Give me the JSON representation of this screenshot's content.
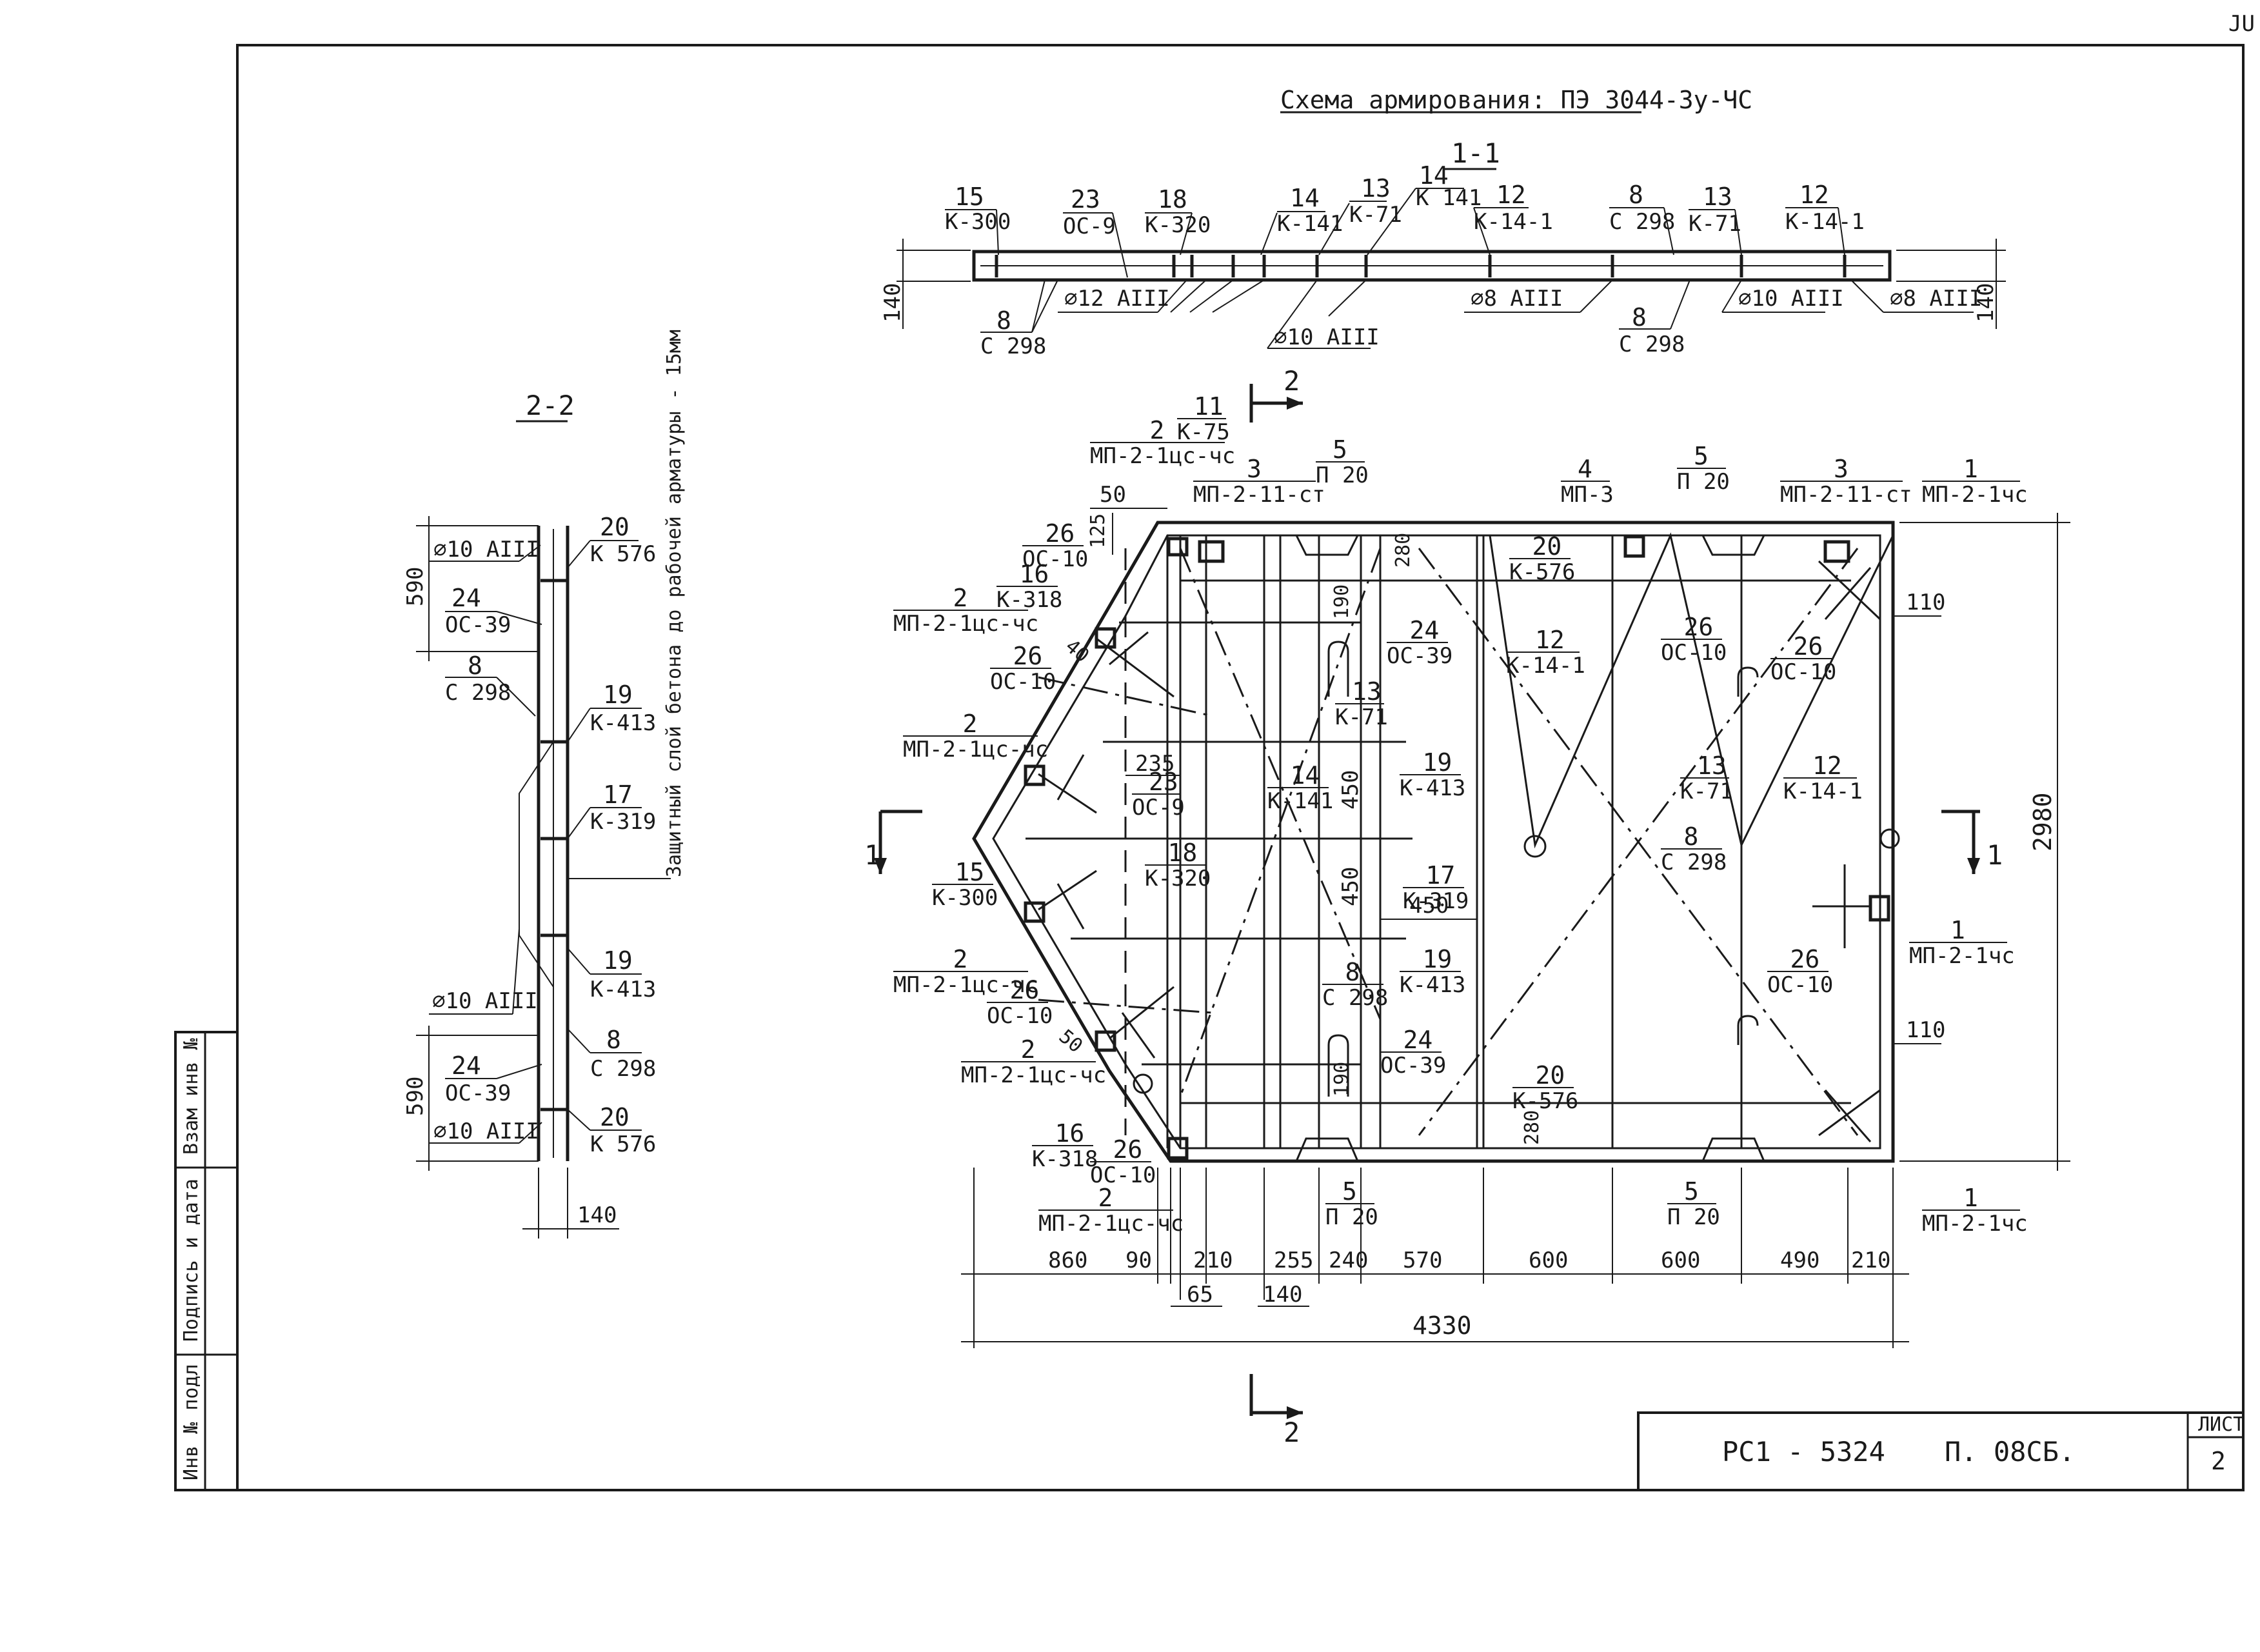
{
  "title": "Схема армирования: ПЭ 3044-3у-ЧС",
  "corner_mark": "ЈU",
  "section_1_1": {
    "name": "1-1",
    "callouts": [
      {
        "num": "15",
        "ref": "К-300"
      },
      {
        "num": "23",
        "ref": "ОС-9"
      },
      {
        "num": "18",
        "ref": "К-320"
      },
      {
        "num": "14",
        "ref": "К-141"
      },
      {
        "num": "13",
        "ref": "К-71"
      },
      {
        "num": "14",
        "ref": "К 141"
      },
      {
        "num": "12",
        "ref": "К-14-1"
      },
      {
        "num": "8",
        "ref": "С 298"
      },
      {
        "num": "13",
        "ref": "К-71"
      },
      {
        "num": "12",
        "ref": "К-14-1"
      }
    ],
    "bottom": {
      "left_num": "8",
      "left_ref": "С 298",
      "rebar_12": "∅12 АIII",
      "rebar_10": "∅10 АIII",
      "rebar_8a": "∅8 АIII",
      "mid_num": "8",
      "mid_ref": "С 298",
      "rebar_10b": "∅10 АIII",
      "rebar_8b": "∅8 АIII"
    },
    "dim_left": "140",
    "dim_right": "140"
  },
  "section_2_2": {
    "name": "2-2",
    "note": "Защитный слой бетона до рабочей арматуры - 15мм",
    "dims": {
      "top": "590",
      "bottom": "590",
      "width": "140"
    },
    "labels": [
      {
        "text": "∅10 АIII"
      },
      {
        "num": "24",
        "ref": "ОС-39"
      },
      {
        "num": "8",
        "ref": "С 298"
      },
      {
        "text": "∅10 АIII"
      },
      {
        "num": "24",
        "ref": "ОС-39"
      },
      {
        "text": "∅10 АIII"
      }
    ],
    "right_labels": [
      {
        "num": "20",
        "ref": "К 576"
      },
      {
        "num": "19",
        "ref": "К-413"
      },
      {
        "num": "17",
        "ref": "К-319"
      },
      {
        "num": "19",
        "ref": "К-413"
      },
      {
        "num": "8",
        "ref": "С 298"
      },
      {
        "num": "20",
        "ref": "К 576"
      }
    ]
  },
  "plan": {
    "cut_marker": "2",
    "cut_marker_bottom": "2",
    "side_marker_left": "1",
    "side_marker_right": "1",
    "labels": [
      {
        "num": "2",
        "ref": "МП-2-1цс-чс"
      },
      {
        "num": "11",
        "ref": "К-75"
      },
      {
        "num": "3",
        "ref": "МП-2-11-ст"
      },
      {
        "num": "5",
        "ref": "П 20"
      },
      {
        "num": "4",
        "ref": "МП-3"
      },
      {
        "num": "5",
        "ref": "П 20"
      },
      {
        "num": "3",
        "ref": "МП-2-11-ст"
      },
      {
        "num": "1",
        "ref": "МП-2-1чс"
      },
      {
        "num": "26",
        "ref": "ОС-10"
      },
      {
        "num": "16",
        "ref": "К-318"
      },
      {
        "num": "2",
        "ref": "МП-2-1цс-чс"
      },
      {
        "num": "26",
        "ref": "ОС-10"
      },
      {
        "num": "2",
        "ref": "МП-2-1цс-чс"
      },
      {
        "num": "23",
        "ref": "ОС-9"
      },
      {
        "num": "15",
        "ref": "К-300"
      },
      {
        "num": "18",
        "ref": "К-320"
      },
      {
        "num": "2",
        "ref": "МП-2-1цс-чс"
      },
      {
        "num": "26",
        "ref": "ОС-10"
      },
      {
        "num": "2",
        "ref": "МП-2-1цс-чс"
      },
      {
        "num": "16",
        "ref": "К-318"
      },
      {
        "num": "26",
        "ref": "ОС-10"
      },
      {
        "num": "2",
        "ref": "МП-2-1цс-чс"
      },
      {
        "num": "24",
        "ref": "ОС-39"
      },
      {
        "num": "13",
        "ref": "К-71"
      },
      {
        "num": "14",
        "ref": "К-141"
      },
      {
        "num": "19",
        "ref": "К-413"
      },
      {
        "num": "17",
        "ref": "К-319"
      },
      {
        "num": "8",
        "ref": "С 298"
      },
      {
        "num": "19",
        "ref": "К-413"
      },
      {
        "num": "24",
        "ref": "ОС-39"
      },
      {
        "num": "5",
        "ref": "П 20"
      },
      {
        "num": "20",
        "ref": "К-576"
      },
      {
        "num": "12",
        "ref": "К-14-1"
      },
      {
        "num": "26",
        "ref": "ОС-10"
      },
      {
        "num": "13",
        "ref": "К-71"
      },
      {
        "num": "8",
        "ref": "С 298"
      },
      {
        "num": "20",
        "ref": "К-576"
      },
      {
        "num": "5",
        "ref": "П 20"
      },
      {
        "num": "26",
        "ref": "ОС-10"
      },
      {
        "num": "12",
        "ref": "К-14-1"
      },
      {
        "num": "26",
        "ref": "ОС-10"
      },
      {
        "num": "1",
        "ref": "МП-2-1чс"
      },
      {
        "num": "1",
        "ref": "МП-2-1чс"
      }
    ],
    "dims_small": [
      "50",
      "125",
      "40",
      "235",
      "190",
      "450",
      "450",
      "450",
      "280",
      "190",
      "280",
      "50",
      "110",
      "110",
      "2980"
    ],
    "dims_bottom": [
      "860",
      "90",
      "210",
      "255",
      "240",
      "570",
      "600",
      "600",
      "490",
      "210"
    ],
    "dims_bottom_sub": [
      "65",
      "140"
    ],
    "dim_total": "4330"
  },
  "side_stamp": {
    "cells": [
      "Взам инв №",
      "Подпись и дата",
      "Инв № подл"
    ]
  },
  "title_block": {
    "doc_code": "РС1 - 5324",
    "doc_ref": "П. 08СБ.",
    "sheet_label": "ЛИСТ",
    "sheet_num": "2"
  }
}
